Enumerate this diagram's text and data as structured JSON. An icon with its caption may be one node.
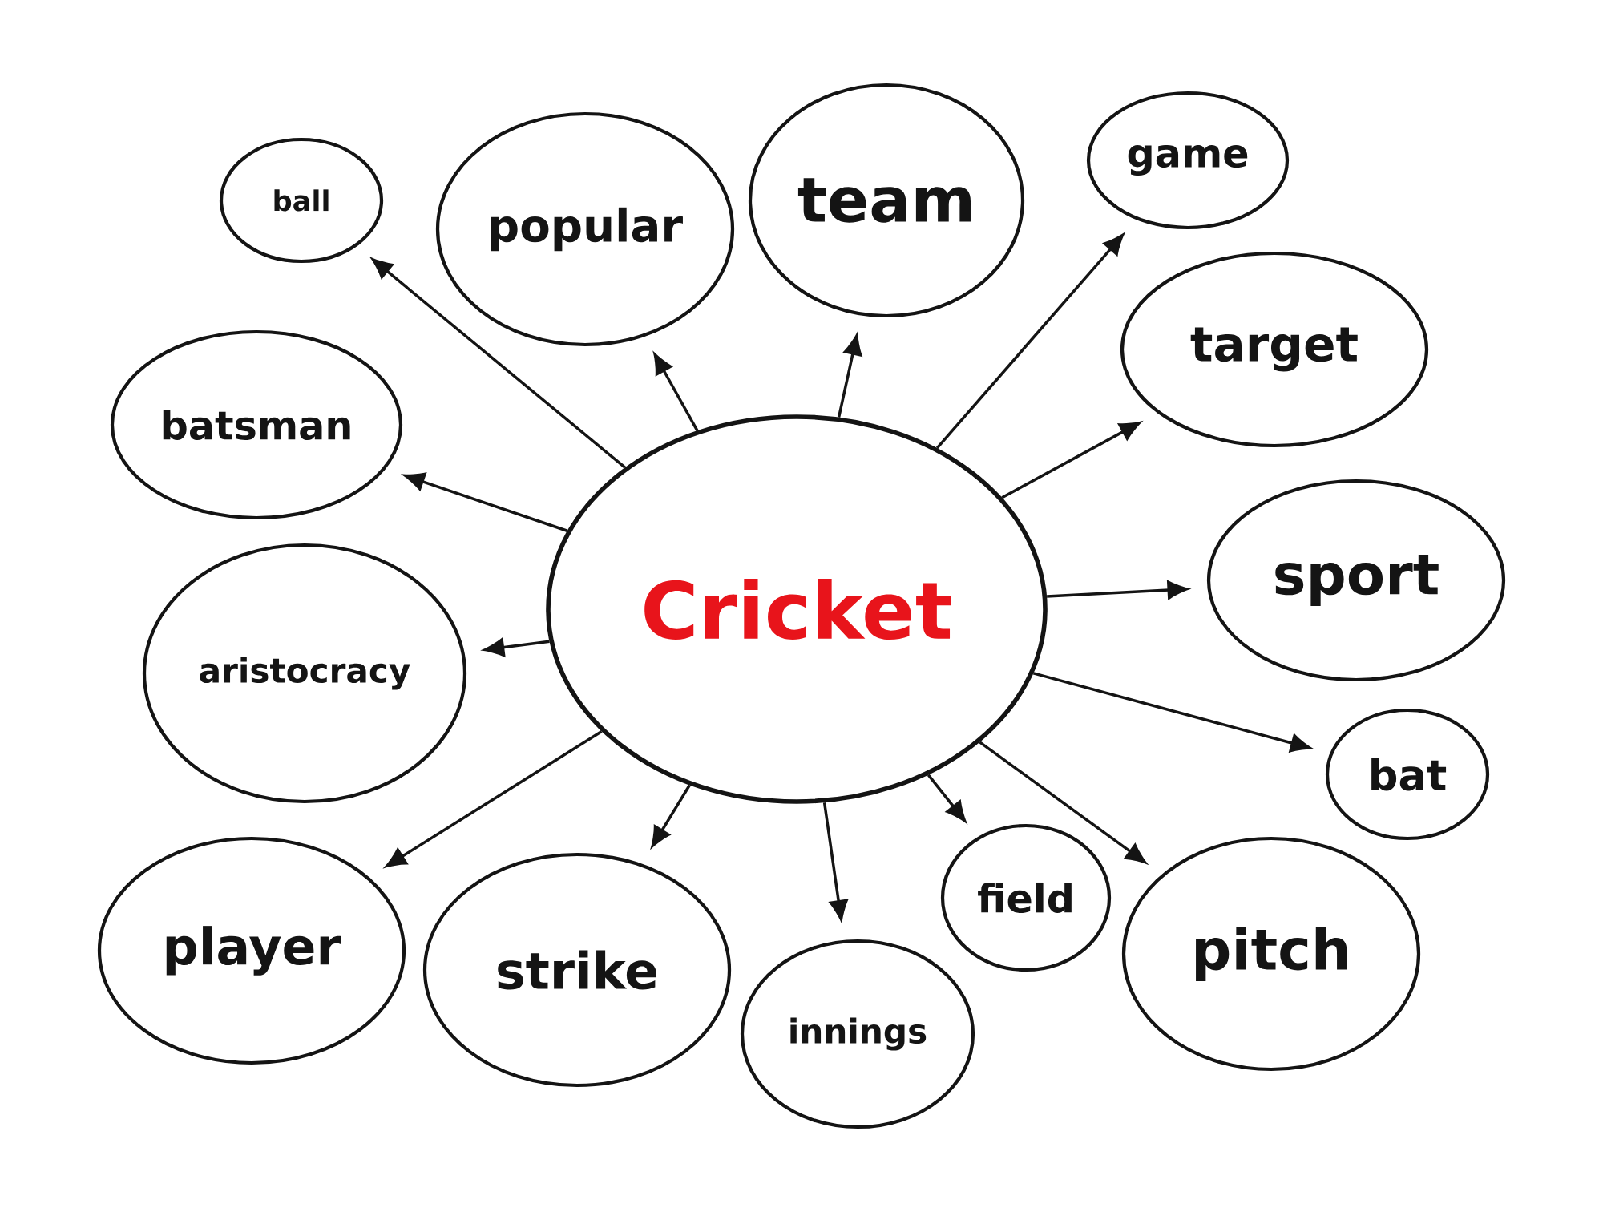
{
  "diagram": {
    "nodes": [
      {
        "text": [
          "Cricket"
        ]
      },
      {
        "text": [
          "ball"
        ]
      },
      {
        "text": [
          "popular"
        ]
      },
      {
        "text": [
          "team"
        ]
      },
      {
        "text": [
          "game"
        ]
      },
      {
        "text": [
          "batsman"
        ]
      },
      {
        "text": [
          "target"
        ]
      },
      {
        "text": [
          "sport"
        ]
      },
      {
        "text": [
          "aristocracy"
        ]
      },
      {
        "text": [
          "bat"
        ]
      },
      {
        "text": [
          "player"
        ]
      },
      {
        "text": [
          "strike"
        ]
      },
      {
        "text": [
          "field"
        ]
      },
      {
        "text": [
          "innings"
        ]
      },
      {
        "text": [
          "pitch"
        ]
      }
    ],
    "edges": [
      {
        "from": 0,
        "to": 1,
        "arrow": "to"
      },
      {
        "from": 0,
        "to": 2,
        "arrow": "to"
      },
      {
        "from": 0,
        "to": 3,
        "arrow": "to"
      },
      {
        "from": 0,
        "to": 4,
        "arrow": "to"
      },
      {
        "from": 0,
        "to": 5,
        "arrow": "to"
      },
      {
        "from": 0,
        "to": 6,
        "arrow": "to"
      },
      {
        "from": 0,
        "to": 7,
        "arrow": "to"
      },
      {
        "from": 0,
        "to": 8,
        "arrow": "to"
      },
      {
        "from": 0,
        "to": 9,
        "arrow": "to"
      },
      {
        "from": 0,
        "to": 10,
        "arrow": "to"
      },
      {
        "from": 0,
        "to": 11,
        "arrow": "to"
      },
      {
        "from": 0,
        "to": 12,
        "arrow": "to"
      },
      {
        "from": 0,
        "to": 13,
        "arrow": "to"
      },
      {
        "from": 0,
        "to": 14,
        "arrow": "to"
      }
    ]
  }
}
